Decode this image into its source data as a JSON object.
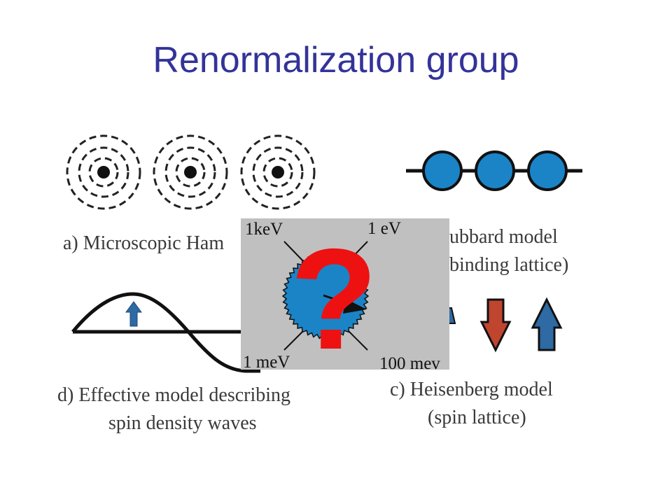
{
  "title": "Renormalization group",
  "captions": {
    "a": "a) Microscopic Ham",
    "b_line1": "ubbard model",
    "b_line2": "binding lattice)",
    "c_line1": "c) Heisenberg model",
    "c_line2": "(spin lattice)",
    "d_line1": "d) Effective model describing",
    "d_line2": "spin density waves"
  },
  "dial": {
    "top_left": "1keV",
    "top_right": "1 eV",
    "bottom_left": "1 meV",
    "bottom_right": "100 mev",
    "question_mark": "?"
  },
  "colors": {
    "title": "#333399",
    "atom_blue": "#1a84c7",
    "spin_down": "#c0452f",
    "spin_up": "#2e6aa3",
    "question": "#ee1111",
    "dial_bg": "#c0c0c0"
  }
}
